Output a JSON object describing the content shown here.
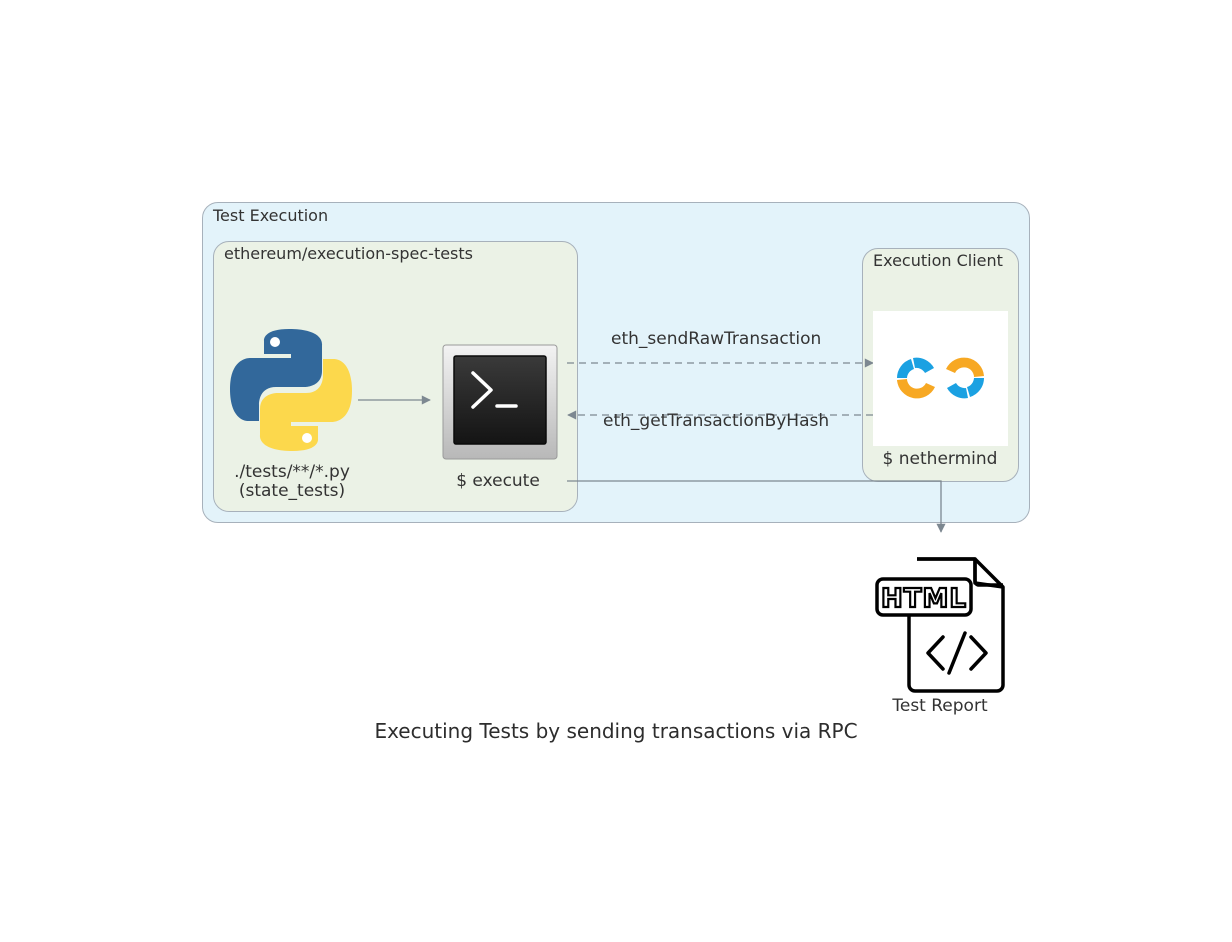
{
  "diagram": {
    "caption": "Executing Tests by sending transactions via RPC",
    "clusters": {
      "outer": "Test Execution",
      "repo": "ethereum/execution-spec-tests",
      "client": "Execution Client"
    },
    "nodes": {
      "tests": {
        "line1": "./tests/**/*.py",
        "line2": "(state_tests)",
        "icon": "python-logo-icon"
      },
      "execute": {
        "label": "$ execute",
        "icon": "terminal-icon"
      },
      "nethermind": {
        "label": "$ nethermind",
        "icon": "nethermind-logo-icon"
      },
      "report": {
        "label": "Test Report",
        "icon": "html-file-icon",
        "icon_text": "HTML"
      }
    },
    "edges": {
      "send": "eth_sendRawTransaction",
      "get": "eth_getTransactionByHash"
    },
    "colors": {
      "outer_fill": "#e3f3fa",
      "inner_fill": "#ebf2e6",
      "edge": "#7d8891",
      "python_blue": "#32689b",
      "python_yellow": "#fcd84c",
      "nethermind_blue": "#1ba1e2",
      "nethermind_orange": "#f7a823"
    }
  }
}
